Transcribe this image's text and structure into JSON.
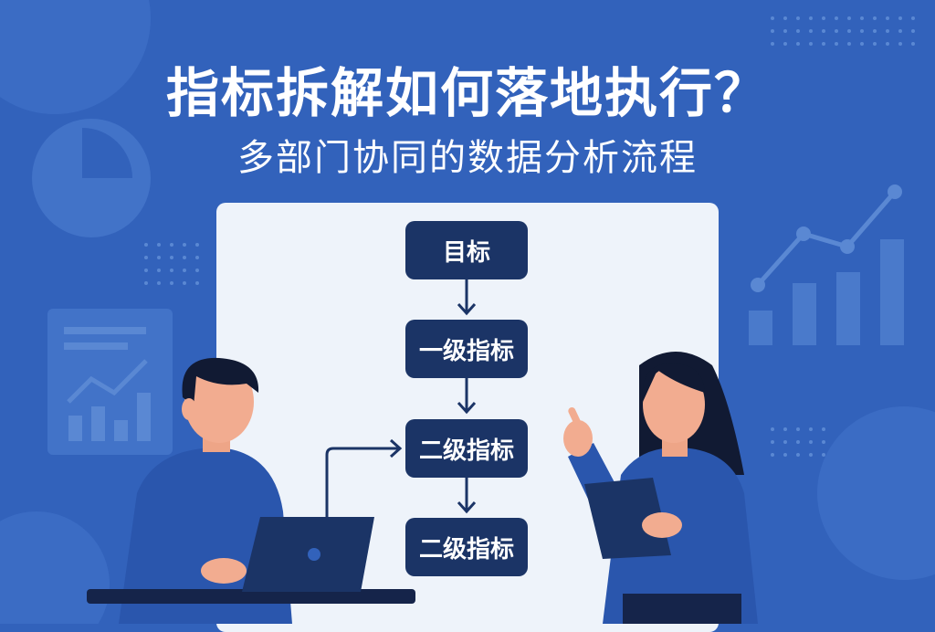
{
  "header": {
    "title": "指标拆解如何落地执行？",
    "subtitle": "多部门协同的数据分析流程"
  },
  "flowchart": {
    "nodes": [
      {
        "label": "目标"
      },
      {
        "label": "一级指标"
      },
      {
        "label": "二级指标"
      },
      {
        "label": "二级指标"
      }
    ]
  },
  "colors": {
    "background": "#3262bb",
    "panel": "#eef3fa",
    "node": "#1b3466"
  }
}
